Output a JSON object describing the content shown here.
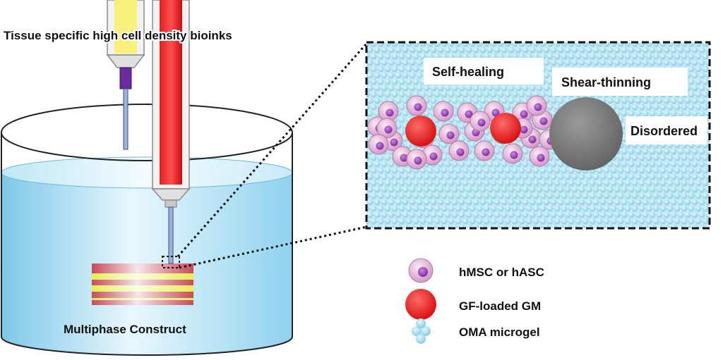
{
  "labels": {
    "bioinks": "Tissue specific high cell density bioinks",
    "construct": "Multiphase Construct",
    "self_healing": "Self-healing",
    "shear_thinning": "Shear-thinning",
    "disordered": "Disordered"
  },
  "legend": [
    {
      "label": "hMSC or hASC",
      "icon": "cell-icon"
    },
    {
      "label": "GF-loaded GM",
      "icon": "gelatin-microparticle-icon"
    },
    {
      "label": "OMA microgel",
      "icon": "microgel-icon"
    }
  ],
  "colors": {
    "bioink_yellow": "#f5ef7a",
    "bioink_red": "#e51a1a",
    "bath_blue": "#9fdbf2",
    "cell_pink": "#e9bde0",
    "cell_nucleus": "#9b3fbf",
    "growth_factor": "#ee1c1c",
    "microgel": "#9fd9ec",
    "needle_particle": "#7e7e7e"
  }
}
